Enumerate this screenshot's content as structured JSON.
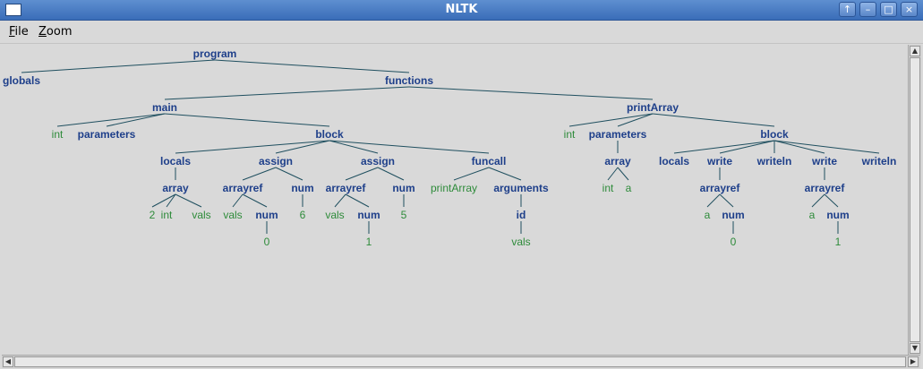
{
  "window": {
    "title": "NLTK"
  },
  "titlebar_buttons": [
    {
      "name": "shade-button",
      "icon": "arrow-up-icon",
      "glyph": "↑"
    },
    {
      "name": "minimize-button",
      "icon": "minimize-icon",
      "glyph": "–"
    },
    {
      "name": "maximize-button",
      "icon": "maximize-icon",
      "glyph": "□"
    },
    {
      "name": "close-button",
      "icon": "close-icon",
      "glyph": "×"
    }
  ],
  "menu": [
    {
      "label_first": "F",
      "label_rest": "ile"
    },
    {
      "label_first": "Z",
      "label_rest": "oom"
    }
  ],
  "tree": {
    "label": "program",
    "children": [
      {
        "label": "globals",
        "children": []
      },
      {
        "label": "functions",
        "children": [
          {
            "label": "main",
            "children": [
              {
                "label": "int",
                "leaf": true
              },
              {
                "label": "parameters",
                "children": []
              },
              {
                "label": "block",
                "children": [
                  {
                    "label": "locals",
                    "children": [
                      {
                        "label": "array",
                        "children": [
                          {
                            "label": "2",
                            "leaf": true
                          },
                          {
                            "label": "int",
                            "leaf": true
                          },
                          {
                            "label": "vals",
                            "leaf": true
                          }
                        ]
                      }
                    ]
                  },
                  {
                    "label": "assign",
                    "children": [
                      {
                        "label": "arrayref",
                        "children": [
                          {
                            "label": "vals",
                            "leaf": true
                          },
                          {
                            "label": "num",
                            "children": [
                              {
                                "label": "0",
                                "leaf": true
                              }
                            ]
                          }
                        ]
                      },
                      {
                        "label": "num",
                        "children": [
                          {
                            "label": "6",
                            "leaf": true
                          }
                        ]
                      }
                    ]
                  },
                  {
                    "label": "assign",
                    "children": [
                      {
                        "label": "arrayref",
                        "children": [
                          {
                            "label": "vals",
                            "leaf": true
                          },
                          {
                            "label": "num",
                            "children": [
                              {
                                "label": "1",
                                "leaf": true
                              }
                            ]
                          }
                        ]
                      },
                      {
                        "label": "num",
                        "children": [
                          {
                            "label": "5",
                            "leaf": true
                          }
                        ]
                      }
                    ]
                  },
                  {
                    "label": "funcall",
                    "children": [
                      {
                        "label": "printArray",
                        "leaf": true
                      },
                      {
                        "label": "arguments",
                        "children": [
                          {
                            "label": "id",
                            "children": [
                              {
                                "label": "vals",
                                "leaf": true
                              }
                            ]
                          }
                        ]
                      }
                    ]
                  }
                ]
              }
            ]
          },
          {
            "label": "printArray",
            "children": [
              {
                "label": "int",
                "leaf": true
              },
              {
                "label": "parameters",
                "children": [
                  {
                    "label": "array",
                    "children": [
                      {
                        "label": "int",
                        "leaf": true
                      },
                      {
                        "label": "a",
                        "leaf": true
                      }
                    ]
                  }
                ]
              },
              {
                "label": "block",
                "children": [
                  {
                    "label": "locals",
                    "children": []
                  },
                  {
                    "label": "write",
                    "children": [
                      {
                        "label": "arrayref",
                        "children": [
                          {
                            "label": "a",
                            "leaf": true
                          },
                          {
                            "label": "num",
                            "children": [
                              {
                                "label": "0",
                                "leaf": true
                              }
                            ]
                          }
                        ]
                      }
                    ]
                  },
                  {
                    "label": "writeln",
                    "children": []
                  },
                  {
                    "label": "write",
                    "children": [
                      {
                        "label": "arrayref",
                        "children": [
                          {
                            "label": "a",
                            "leaf": true
                          },
                          {
                            "label": "num",
                            "children": [
                              {
                                "label": "1",
                                "leaf": true
                              }
                            ]
                          }
                        ]
                      }
                    ]
                  },
                  {
                    "label": "writeln",
                    "children": []
                  }
                ]
              }
            ]
          }
        ]
      }
    ]
  },
  "colors": {
    "nonterminal": "#1e3f8a",
    "leaf": "#2e8b3a",
    "edge": "#1f4f5f"
  }
}
